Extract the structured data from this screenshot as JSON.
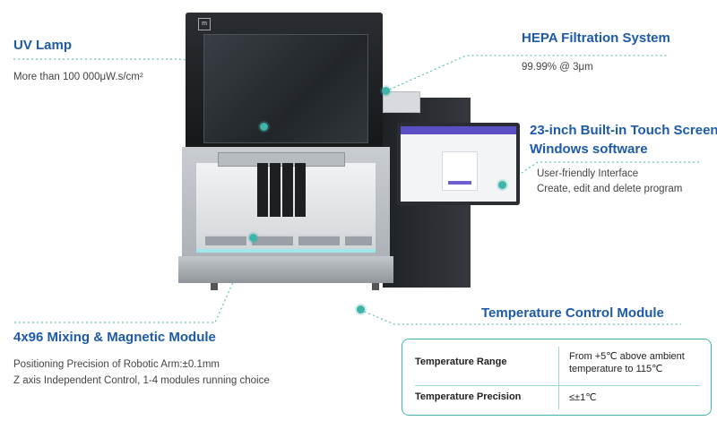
{
  "features": {
    "uv_lamp": {
      "title": "UV Lamp",
      "desc": "More than 100 000μW.s/cm²"
    },
    "hepa": {
      "title": "HEPA Filtration System",
      "desc": "99.99% @ 3μm"
    },
    "touch_screen": {
      "title_line1": "23-inch Built-in Touch Screen,",
      "title_line2": "Windows software",
      "desc_line1": "User-friendly Interface",
      "desc_line2": "Create, edit and delete program"
    },
    "mixing_module": {
      "title": "4x96 Mixing & Magnetic Module",
      "desc_line1": "Positioning Precision of Robotic Arm:±0.1mm",
      "desc_line2": "Z axis Independent Control, 1-4 modules running choice"
    },
    "temperature": {
      "title": "Temperature Control Module",
      "table": [
        {
          "label": "Temperature Range",
          "value_line1": "From +5℃ above ambient",
          "value_line2": "temperature to 115℃"
        },
        {
          "label": "Temperature Precision",
          "value_line1": "≤±1℃",
          "value_line2": ""
        }
      ]
    }
  },
  "colors": {
    "title": "#1d5aa8",
    "accent": "#3fb5a9"
  }
}
